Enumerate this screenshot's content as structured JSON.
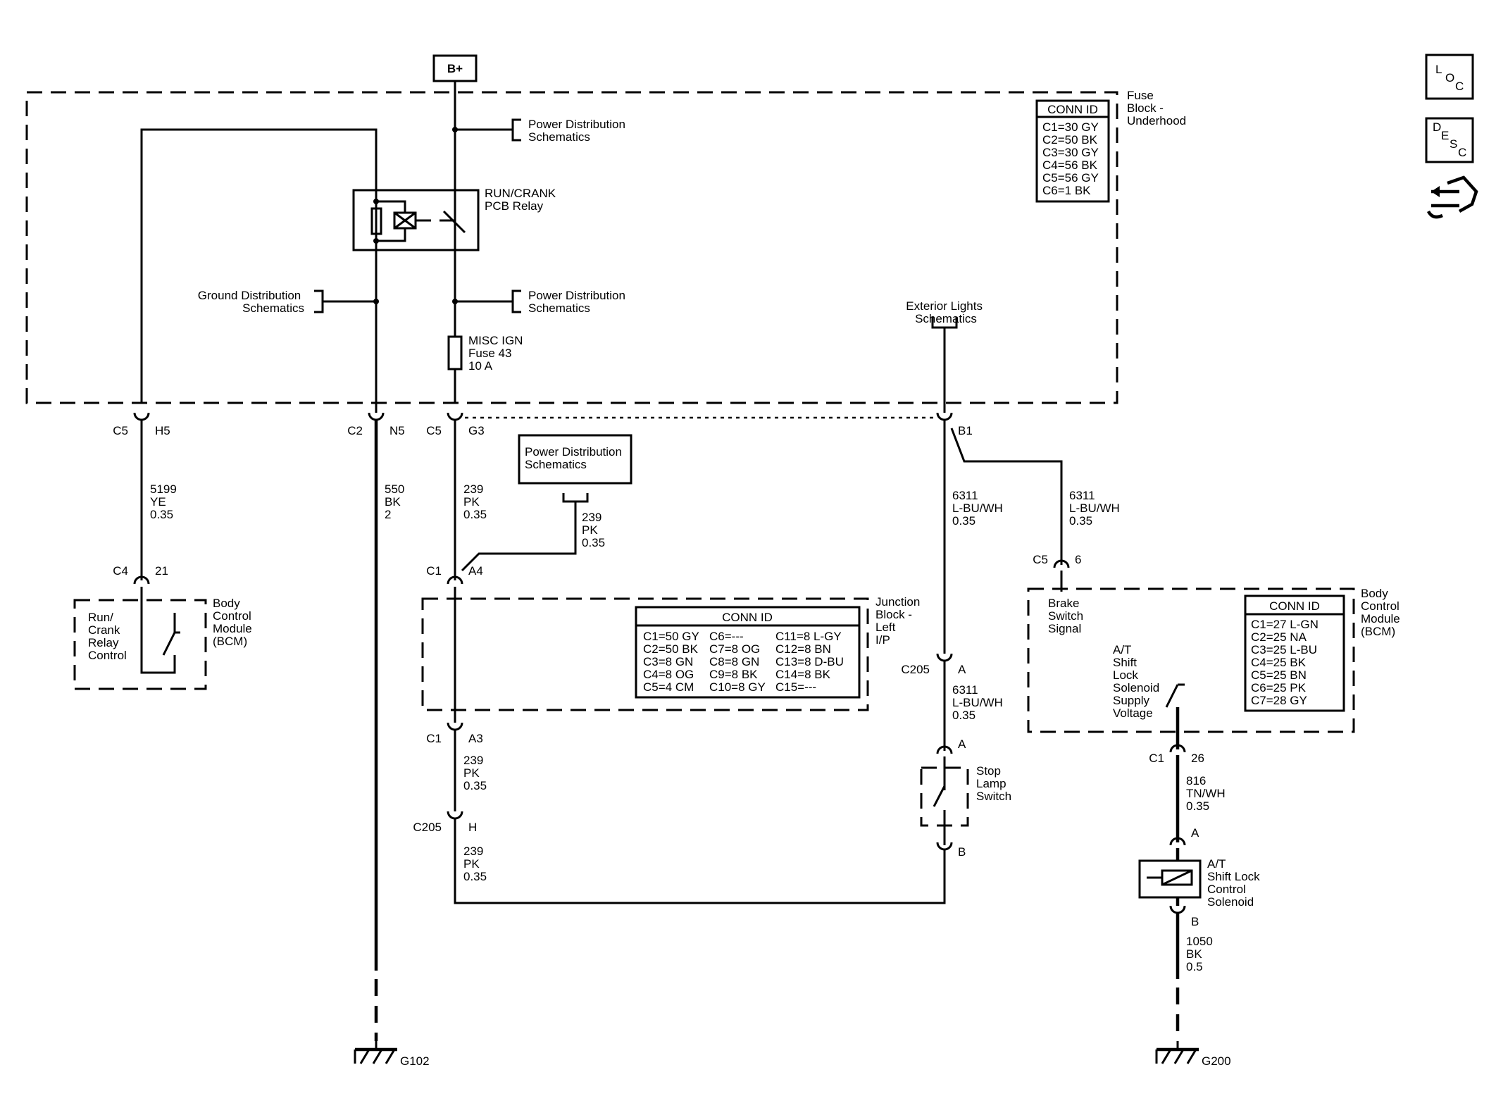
{
  "power": {
    "b_plus": "B+"
  },
  "fuse_block": {
    "title": [
      "Fuse",
      "Block -",
      "Underhood"
    ],
    "conn_header": "CONN ID",
    "conn_ids": [
      "C1=30 GY",
      "C2=50 BK",
      "C3=30 GY",
      "C4=56 BK",
      "C5=56 GY",
      "C6=1 BK"
    ],
    "power_ref_top": [
      "Power Distribution",
      "Schematics"
    ],
    "relay": [
      "RUN/CRANK",
      "PCB Relay"
    ],
    "ground_ref": [
      "Ground Distribution",
      "Schematics"
    ],
    "power_ref_mid": [
      "Power Distribution",
      "Schematics"
    ],
    "fuse": [
      "MISC IGN",
      "Fuse 43",
      "10 A"
    ],
    "exterior_ref": [
      "Exterior Lights",
      "Schematics"
    ]
  },
  "connectors": {
    "c5": "C5",
    "h5": "H5",
    "c2": "C2",
    "n5": "N5",
    "g3": "G3",
    "b1": "B1",
    "c4": "C4",
    "pin21": "21",
    "c1": "C1",
    "a4": "A4",
    "a3": "A3",
    "c205": "C205",
    "h": "H",
    "a": "A",
    "b": "B",
    "pin6": "6",
    "pin26": "26"
  },
  "wires": {
    "w5199": [
      "5199",
      "YE",
      "0.35"
    ],
    "w550": [
      "550",
      "BK",
      "2"
    ],
    "w239": [
      "239",
      "PK",
      "0.35"
    ],
    "w6311": [
      "6311",
      "L-BU/WH",
      "0.35"
    ],
    "w816": [
      "816",
      "TN/WH",
      "0.35"
    ],
    "w1050": [
      "1050",
      "BK",
      "0.5"
    ]
  },
  "power_dist_box": [
    "Power Distribution",
    "Schematics"
  ],
  "bcm_left": {
    "inner": [
      "Run/",
      "Crank",
      "Relay",
      "Control"
    ],
    "title": [
      "Body",
      "Control",
      "Module",
      "(BCM)"
    ]
  },
  "junction_block": {
    "title": [
      "Junction",
      "Block -",
      "Left",
      "I/P"
    ],
    "conn_header": "CONN ID",
    "col1": [
      "C1=50 GY",
      "C2=50 BK",
      "C3=8 GN",
      "C4=8 OG",
      "C5=4 CM"
    ],
    "col2": [
      "C6=---",
      "C7=8 OG",
      "C8=8 GN",
      "C9=8 BK",
      "C10=8 GY"
    ],
    "col3": [
      "C11=8 L-GY",
      "C12=8 BN",
      "C13=8 D-BU",
      "C14=8 BK",
      "C15=---"
    ]
  },
  "stop_lamp": [
    "Stop",
    "Lamp",
    "Switch"
  ],
  "bcm_right": {
    "brake": [
      "Brake",
      "Switch",
      "Signal"
    ],
    "supply": [
      "A/T",
      "Shift",
      "Lock",
      "Solenoid",
      "Supply",
      "Voltage"
    ],
    "title": [
      "Body",
      "Control",
      "Module",
      "(BCM)"
    ],
    "conn_header": "CONN ID",
    "conn_ids": [
      "C1=27 L-GN",
      "C2=25 NA",
      "C3=25 L-BU",
      "C4=25 BK",
      "C5=25 BN",
      "C6=25 PK",
      "C7=28 GY"
    ]
  },
  "solenoid": [
    "A/T",
    "Shift Lock",
    "Control",
    "Solenoid"
  ],
  "grounds": {
    "g102": "G102",
    "g200": "G200"
  },
  "side_icons": {
    "loc": [
      "L",
      "O",
      "C"
    ],
    "desc": [
      "D",
      "E",
      "S",
      "C"
    ],
    "icon": "navigation-icon"
  }
}
